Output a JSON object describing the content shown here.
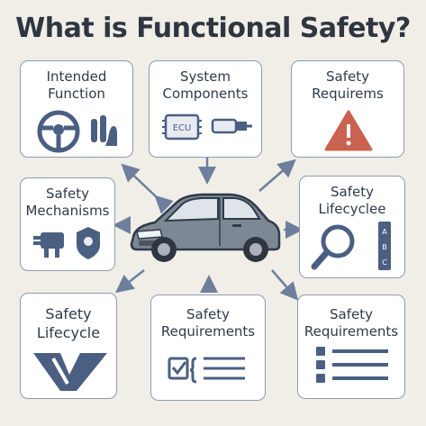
{
  "title": "What is Functional Safety?",
  "cards": {
    "intended_function": {
      "label": "Intended\nFunction"
    },
    "system_components": {
      "label": "System\nComponents",
      "chip_text": "ECU"
    },
    "safety_requirems": {
      "label": "Safety\nRequirems"
    },
    "safety_mechanisms": {
      "label": "Safety\nMechanisms"
    },
    "safety_lifecyclee": {
      "label": "Safety\nLifecyclee",
      "sidebar_letters": [
        "A",
        "B",
        "C"
      ]
    },
    "safety_lifecycle": {
      "label": "Safety\nLifecycle"
    },
    "safety_requirements_center": {
      "label": "Safety\nRequirements"
    },
    "safety_requirements_right": {
      "label": "Safety\nRequirements"
    }
  },
  "colors": {
    "card_border": "#8d9bb0",
    "icon_blue": "#4a5f82",
    "arrow": "#6d7f9c",
    "warning_red": "#c9624f",
    "car_body": "#7d8894",
    "background": "#f1eee8"
  }
}
